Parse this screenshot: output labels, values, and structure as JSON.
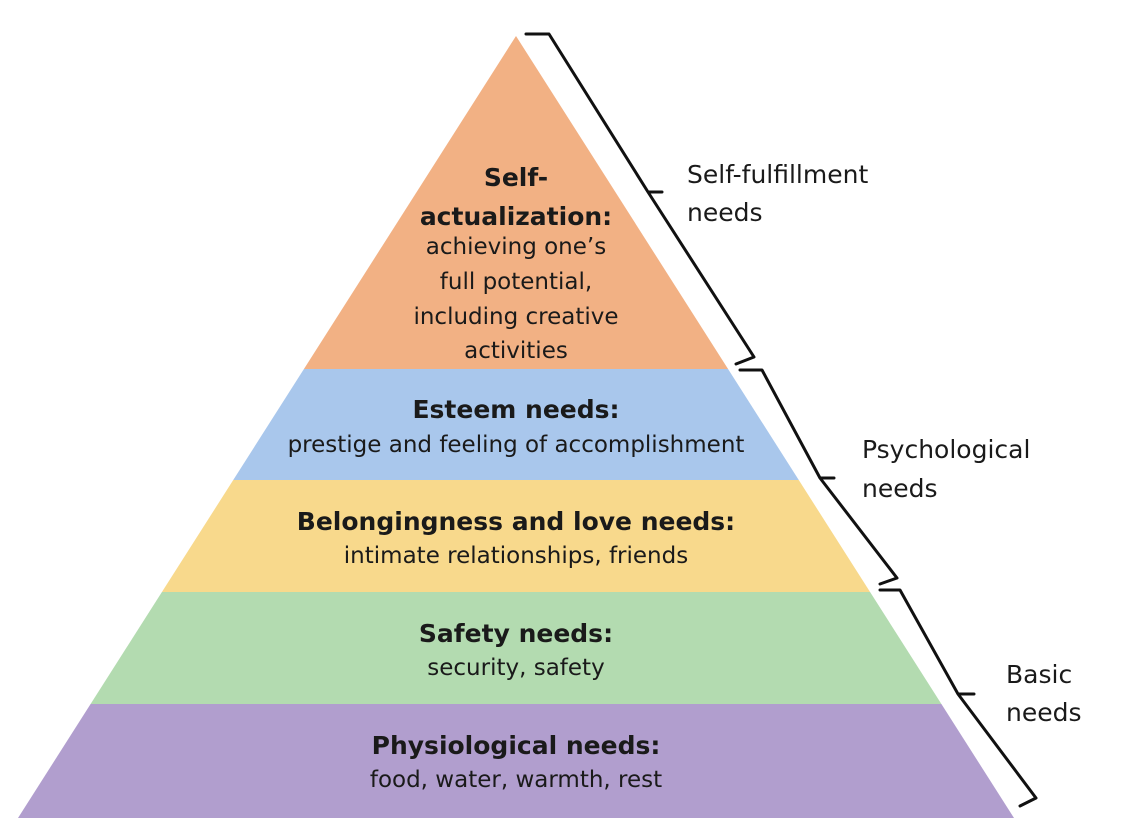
{
  "levels": [
    {
      "id": "self-actualization",
      "title_lines": [
        "Self-",
        "actualization:"
      ],
      "desc_lines": [
        "achieving one’s",
        "full potential,",
        "including creative",
        "activities"
      ],
      "color": "#f2b184"
    },
    {
      "id": "esteem",
      "title_lines": [
        "Esteem needs:"
      ],
      "desc_lines": [
        "prestige and feeling of accomplishment"
      ],
      "color": "#a9c7ec"
    },
    {
      "id": "belongingness",
      "title_lines": [
        "Belongingness and love needs:"
      ],
      "desc_lines": [
        "intimate relationships, friends"
      ],
      "color": "#f8d98c"
    },
    {
      "id": "safety",
      "title_lines": [
        "Safety needs:"
      ],
      "desc_lines": [
        "security, safety"
      ],
      "color": "#b3dbb0"
    },
    {
      "id": "physiological",
      "title_lines": [
        "Physiological needs:"
      ],
      "desc_lines": [
        "food, water, warmth, rest"
      ],
      "color": "#b19ece"
    }
  ],
  "groups": [
    {
      "id": "self-fulfillment",
      "label_lines": [
        "Self-fulfillment",
        "needs"
      ]
    },
    {
      "id": "psychological",
      "label_lines": [
        "Psychological",
        "needs"
      ]
    },
    {
      "id": "basic",
      "label_lines": [
        "Basic",
        "needs"
      ]
    }
  ],
  "bracket_color": "#111111"
}
